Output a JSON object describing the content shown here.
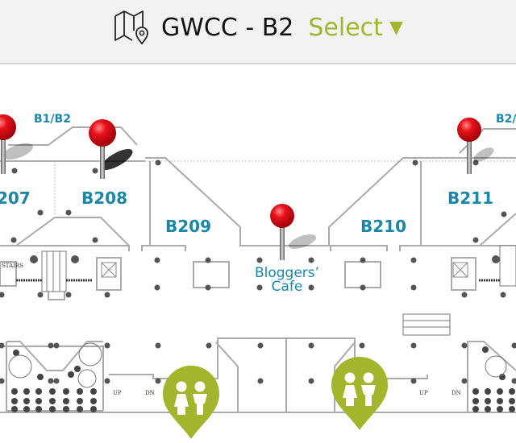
{
  "header": {
    "icon": "map-pin-icon",
    "title": "GWCC - B2",
    "select_label": "Select",
    "select_caret": "▼",
    "accent_color": "#a3b52c"
  },
  "map": {
    "rooms": [
      {
        "label": "207"
      },
      {
        "label": "B208"
      },
      {
        "label": "B209"
      },
      {
        "label": "B210"
      },
      {
        "label": "B211"
      }
    ],
    "stair_labels": [
      {
        "label": "B1/B2"
      },
      {
        "label": "B2/"
      }
    ],
    "poi": {
      "line1": "Bloggers’",
      "line2": "Cafe"
    },
    "stairs_text": "STAIRS",
    "markers": [
      {
        "type": "red-pin",
        "near": "B207"
      },
      {
        "type": "red-pin",
        "near": "B208"
      },
      {
        "type": "red-pin",
        "near": "Bloggers’ Cafe"
      },
      {
        "type": "red-pin",
        "near": "B211"
      }
    ],
    "restrooms": [
      {
        "type": "restroom-marker",
        "color": "#a3b52c"
      },
      {
        "type": "restroom-marker",
        "color": "#a3b52c"
      }
    ],
    "stair_tags": {
      "up": "UP",
      "dn": "DN"
    }
  }
}
